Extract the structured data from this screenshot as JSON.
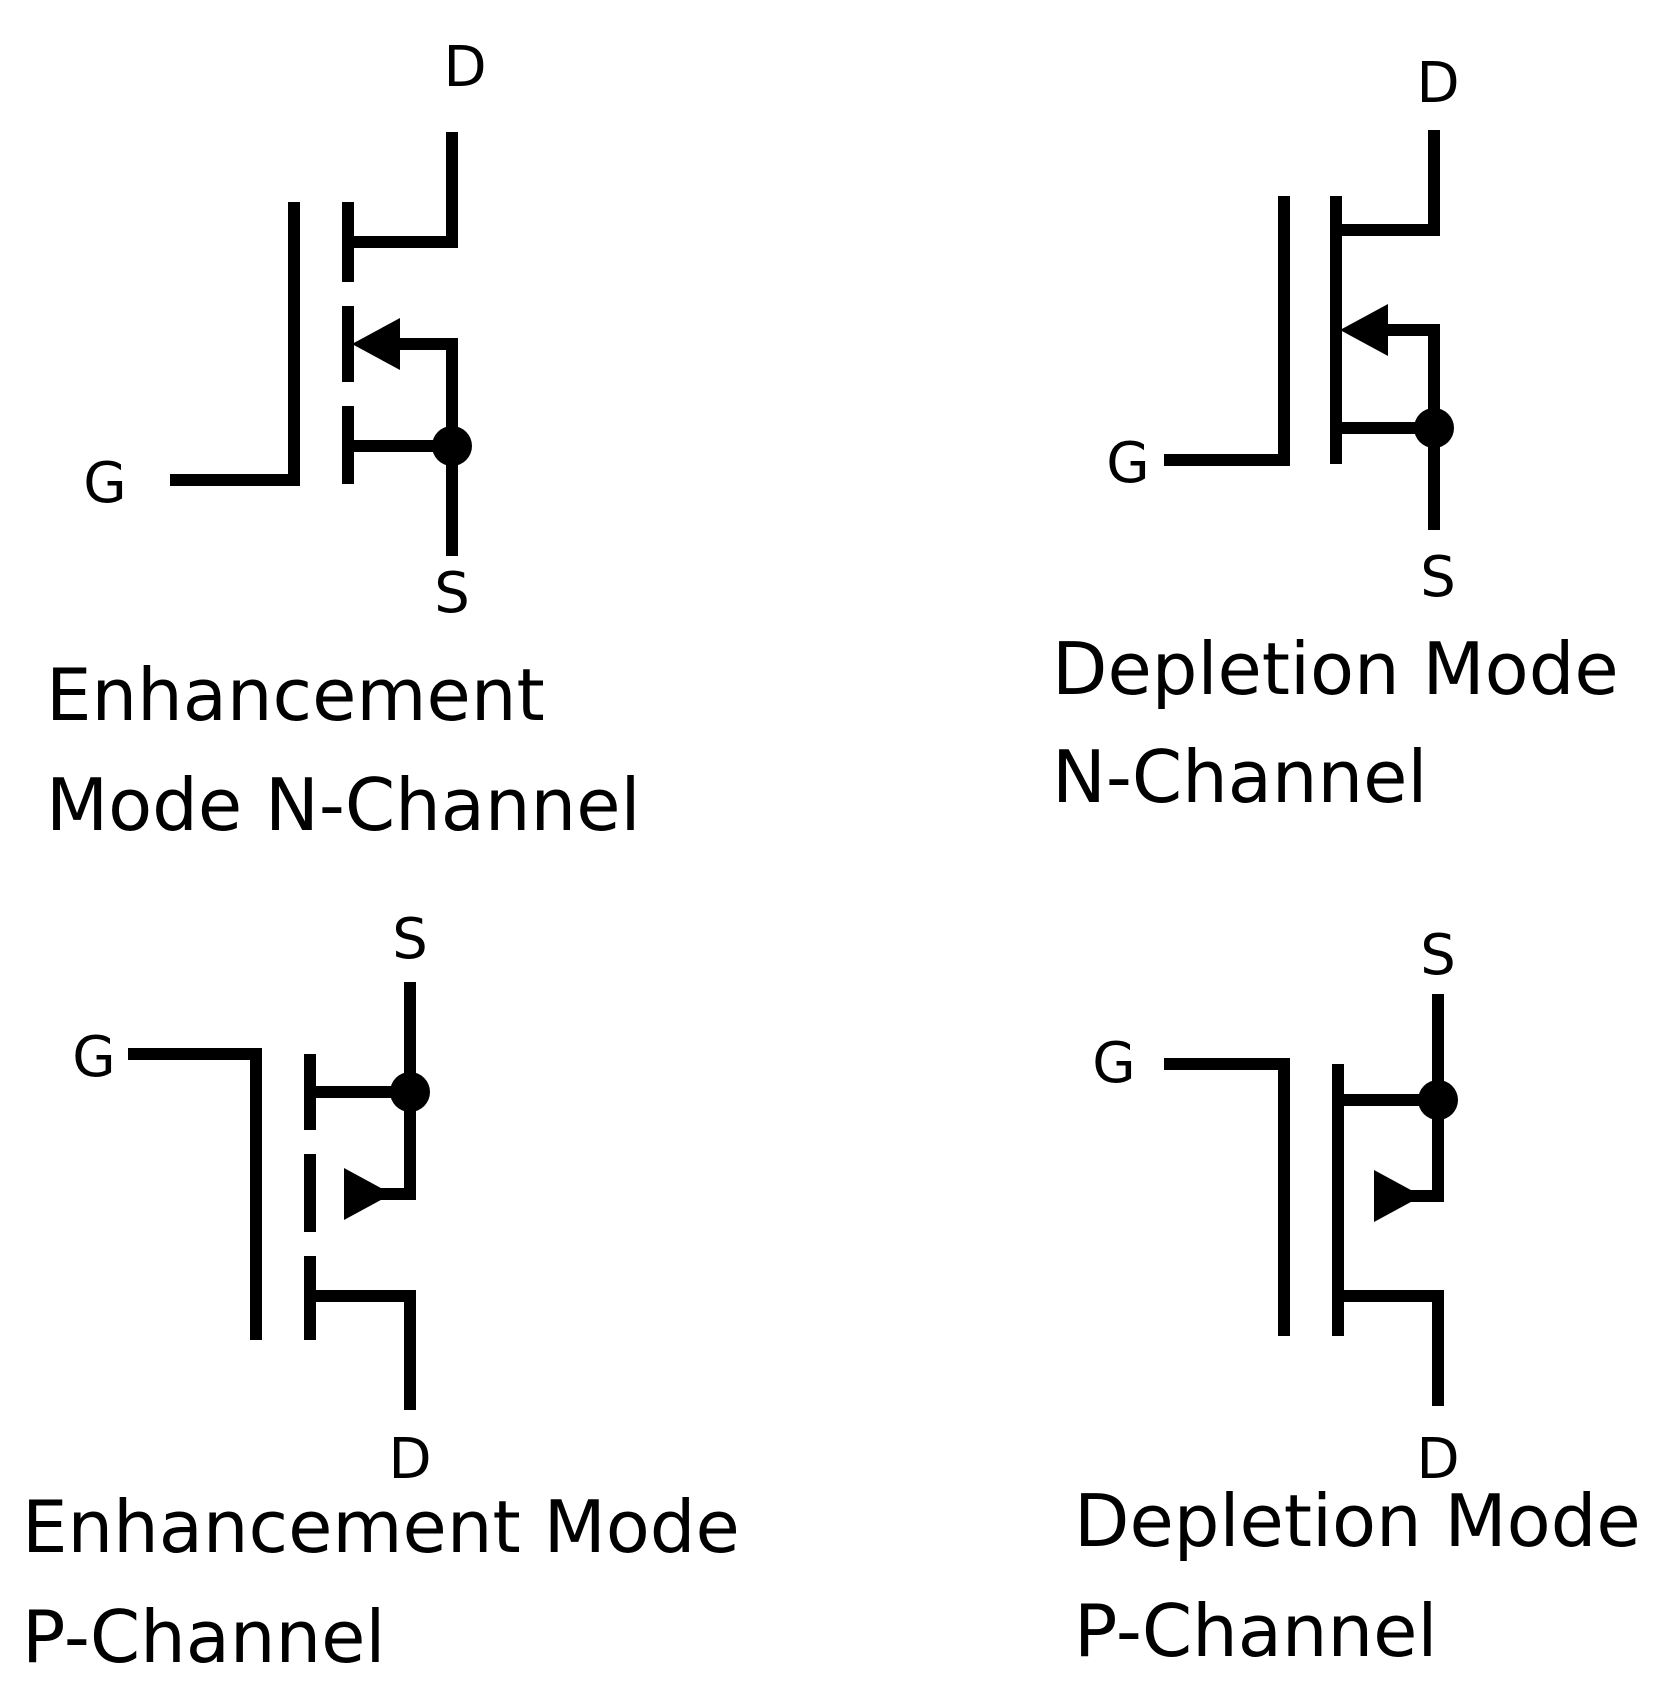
{
  "symbols": [
    {
      "caption_lines": [
        "Enhancement",
        "Mode N-Channel"
      ],
      "pins": {
        "gate": "G",
        "drain": "D",
        "source": "S"
      }
    },
    {
      "caption_lines": [
        "Depletion Mode",
        "N-Channel"
      ],
      "pins": {
        "gate": "G",
        "drain": "D",
        "source": "S"
      }
    },
    {
      "caption_lines": [
        "Enhancement Mode",
        "P-Channel"
      ],
      "pins": {
        "gate": "G",
        "drain": "D",
        "source": "S"
      }
    },
    {
      "caption_lines": [
        "Depletion Mode",
        "P-Channel"
      ],
      "pins": {
        "gate": "G",
        "drain": "D",
        "source": "S"
      }
    }
  ]
}
